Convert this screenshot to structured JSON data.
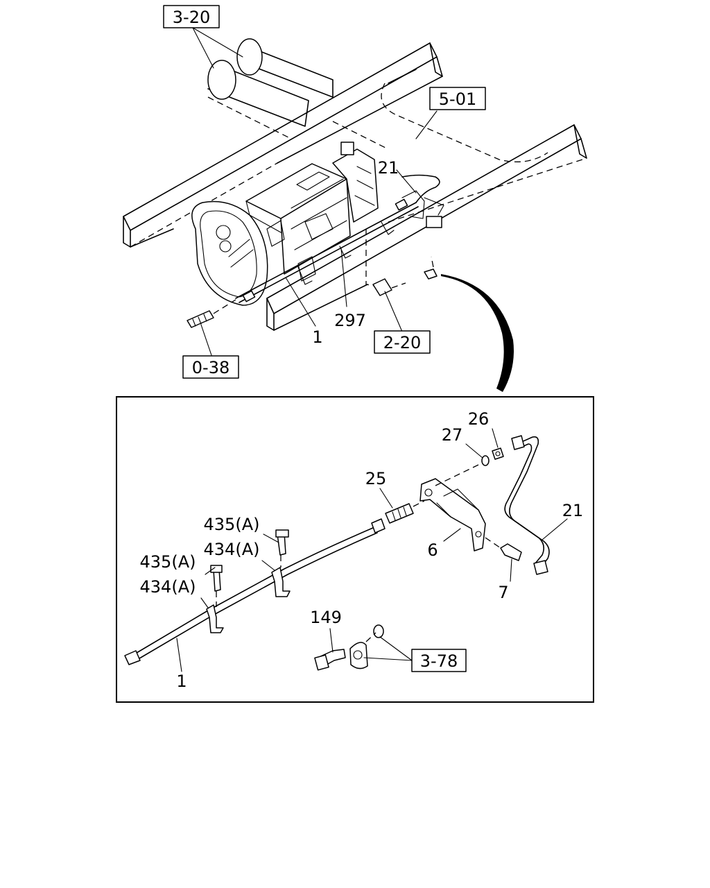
{
  "refs": {
    "r320": "3-20",
    "r501": "5-01",
    "r038": "0-38",
    "r220": "2-20",
    "r378": "3-78"
  },
  "callouts": {
    "top_21": "21",
    "top_1": "1",
    "top_297": "297",
    "d_26": "26",
    "d_27": "27",
    "d_25": "25",
    "d_21": "21",
    "d_6": "6",
    "d_7": "7",
    "d_435a_upper": "435(A)",
    "d_434a_upper": "434(A)",
    "d_435a_lower": "435(A)",
    "d_434a_lower": "434(A)",
    "d_149": "149",
    "d_1": "1"
  }
}
